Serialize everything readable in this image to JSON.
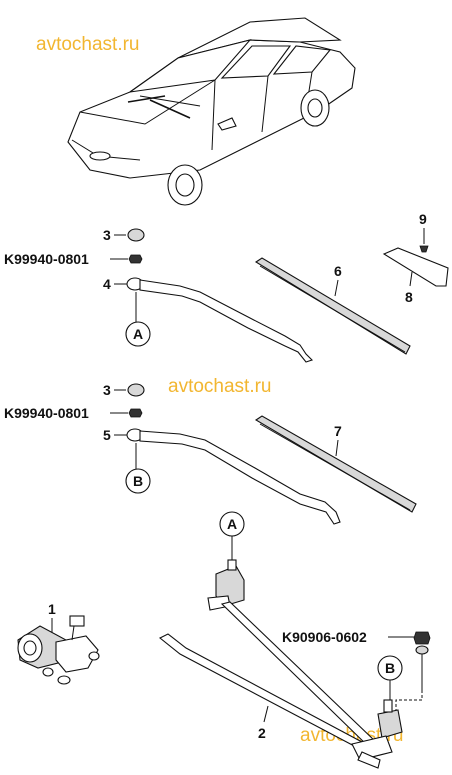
{
  "watermarks": [
    "avtochast.ru",
    "avtochast.ru",
    "avtochast.ru"
  ],
  "callouts": {
    "n1": "1",
    "n2": "2",
    "n3a": "3",
    "n3b": "3",
    "n4": "4",
    "n5": "5",
    "n6": "6",
    "n7": "7",
    "n8": "8",
    "n9": "9"
  },
  "part_numbers": {
    "nut_upper": "K99940-0801",
    "nut_lower": "K99940-0801",
    "link_nut": "K90906-0602"
  },
  "connectors": {
    "a_upper": "A",
    "b_upper": "B",
    "a_lower": "A",
    "b_lower": "B"
  },
  "icons": {
    "car": "sedan-car-icon",
    "arm": "wiper-arm-icon",
    "blade": "wiper-blade-icon",
    "motor": "wiper-motor-icon",
    "linkage": "wiper-linkage-icon"
  }
}
